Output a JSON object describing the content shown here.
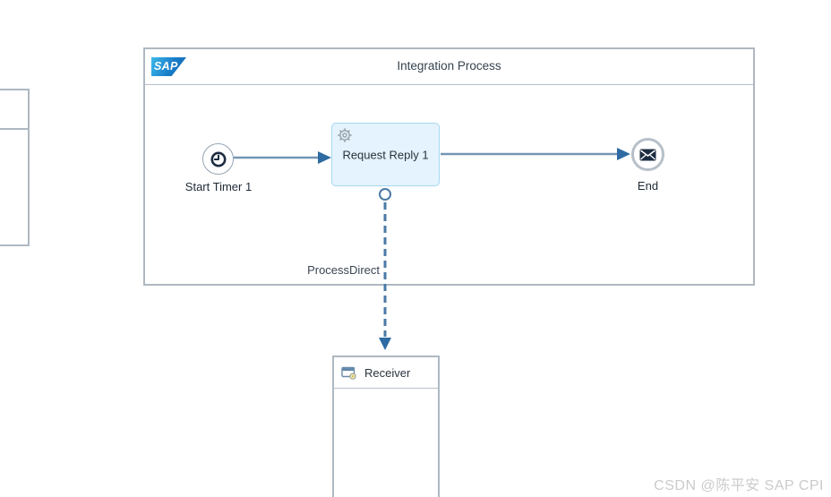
{
  "pool": {
    "logo_text": "SAP",
    "title": "Integration Process"
  },
  "nodes": {
    "start": {
      "label": "Start Timer 1",
      "icon": "clock-icon",
      "type": "start-event"
    },
    "request_reply": {
      "label": "Request Reply 1",
      "icon": "gear-icon",
      "type": "external-call-task"
    },
    "end": {
      "label": "End",
      "icon": "envelope-icon",
      "type": "end-event"
    }
  },
  "flows": {
    "process_direct": {
      "label": "ProcessDirect",
      "style": "dashed"
    }
  },
  "receiver": {
    "label": "Receiver",
    "icon": "system-icon"
  },
  "watermark": {
    "text": "CSDN @陈平安 SAP CPI"
  },
  "colors": {
    "pool-border": "#aeb8c1",
    "task-fill": "#e4f3fd",
    "task-border": "#a6d7f2",
    "flow-line": "#7396b4",
    "flow-arrow": "#2d6ba2",
    "flow-dash": "#4a7aa6",
    "icon-dark": "#1c2c41"
  }
}
